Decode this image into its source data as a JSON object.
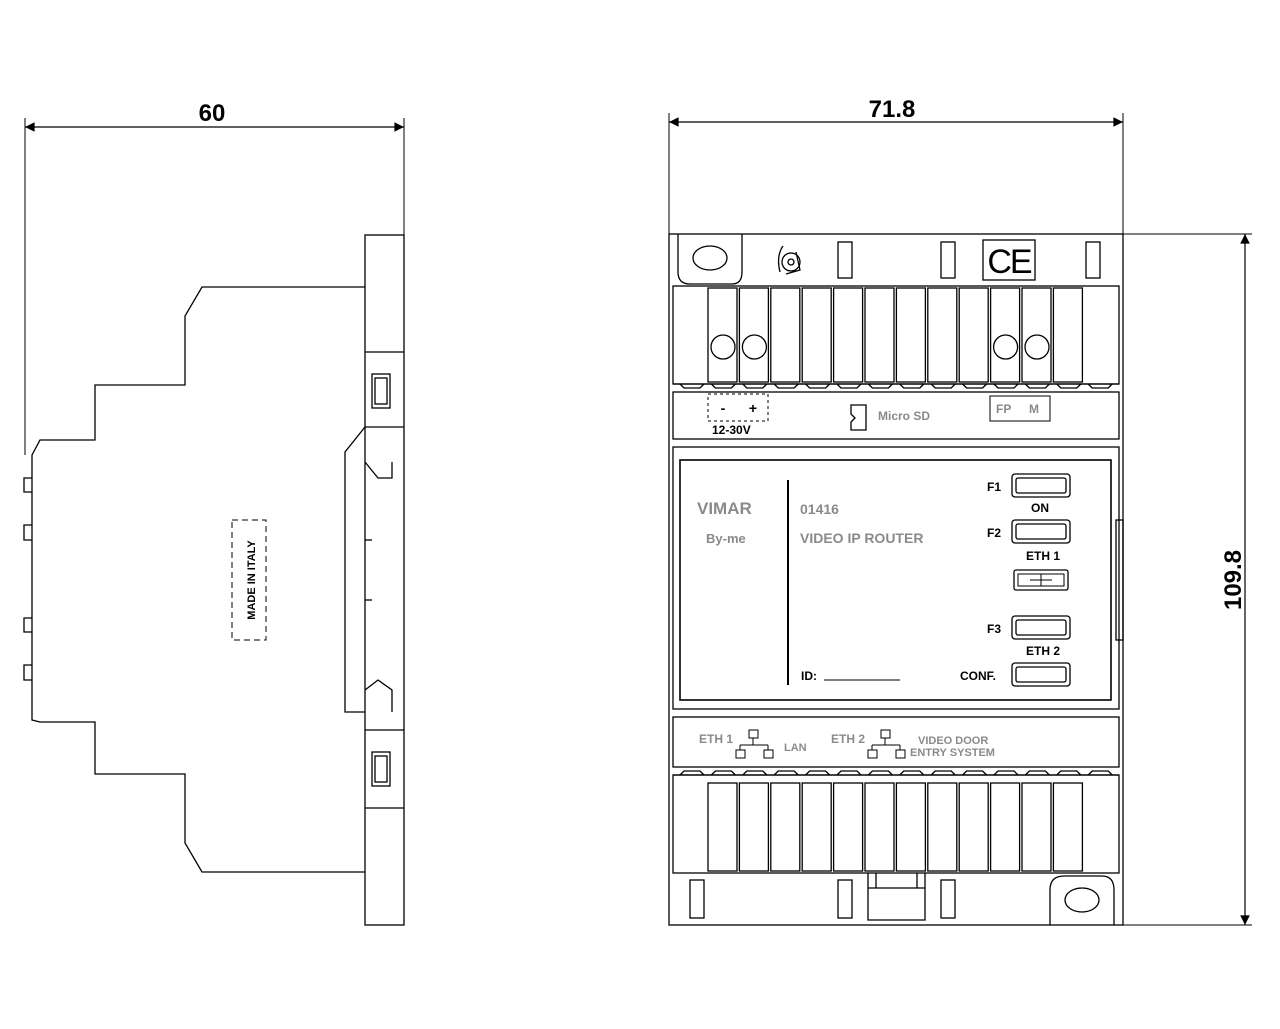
{
  "side_view": {
    "width_dim": "60",
    "made_in": "MADE IN ITALY"
  },
  "front_view": {
    "width_dim": "71.8",
    "height_dim": "109.8",
    "power": {
      "minus": "-",
      "plus": "+",
      "voltage": "12-30V"
    },
    "micro_sd": "Micro SD",
    "fp": "FP",
    "m": "M",
    "brand": "VIMAR",
    "series": "By-me",
    "code": "01416",
    "product": "VIDEO IP ROUTER",
    "id_label": "ID:",
    "buttons": {
      "f1": "F1",
      "on": "ON",
      "f2": "F2",
      "eth1": "ETH 1",
      "f3": "F3",
      "eth2": "ETH 2",
      "conf": "CONF."
    },
    "bottom": {
      "eth1": "ETH 1",
      "lan": "LAN",
      "eth2": "ETH 2",
      "video_door_1": "VIDEO DOOR",
      "video_door_2": "ENTRY SYSTEM"
    },
    "ce_mark": "CE"
  }
}
